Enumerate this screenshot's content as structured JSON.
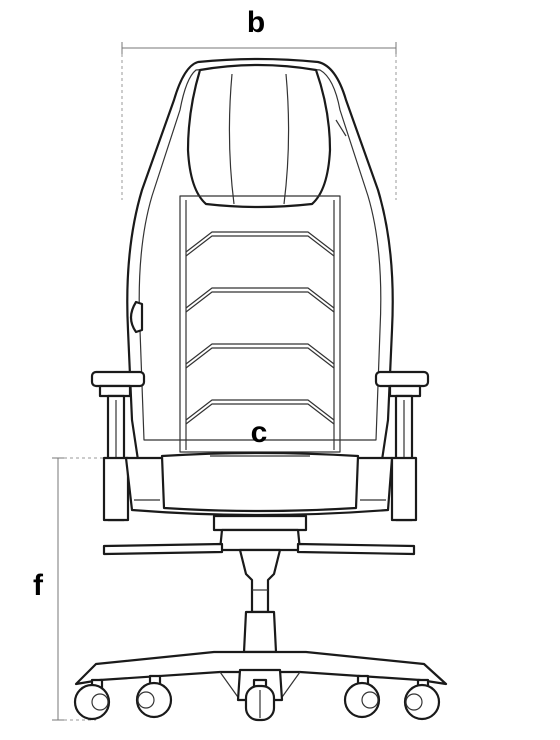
{
  "labels": {
    "b": "b",
    "c": "c",
    "f": "f"
  },
  "icons": [
    "gaming-chair-front-view"
  ],
  "colors": {
    "line": "#1a1a1a",
    "dimension": "#777777",
    "background": "#ffffff"
  }
}
